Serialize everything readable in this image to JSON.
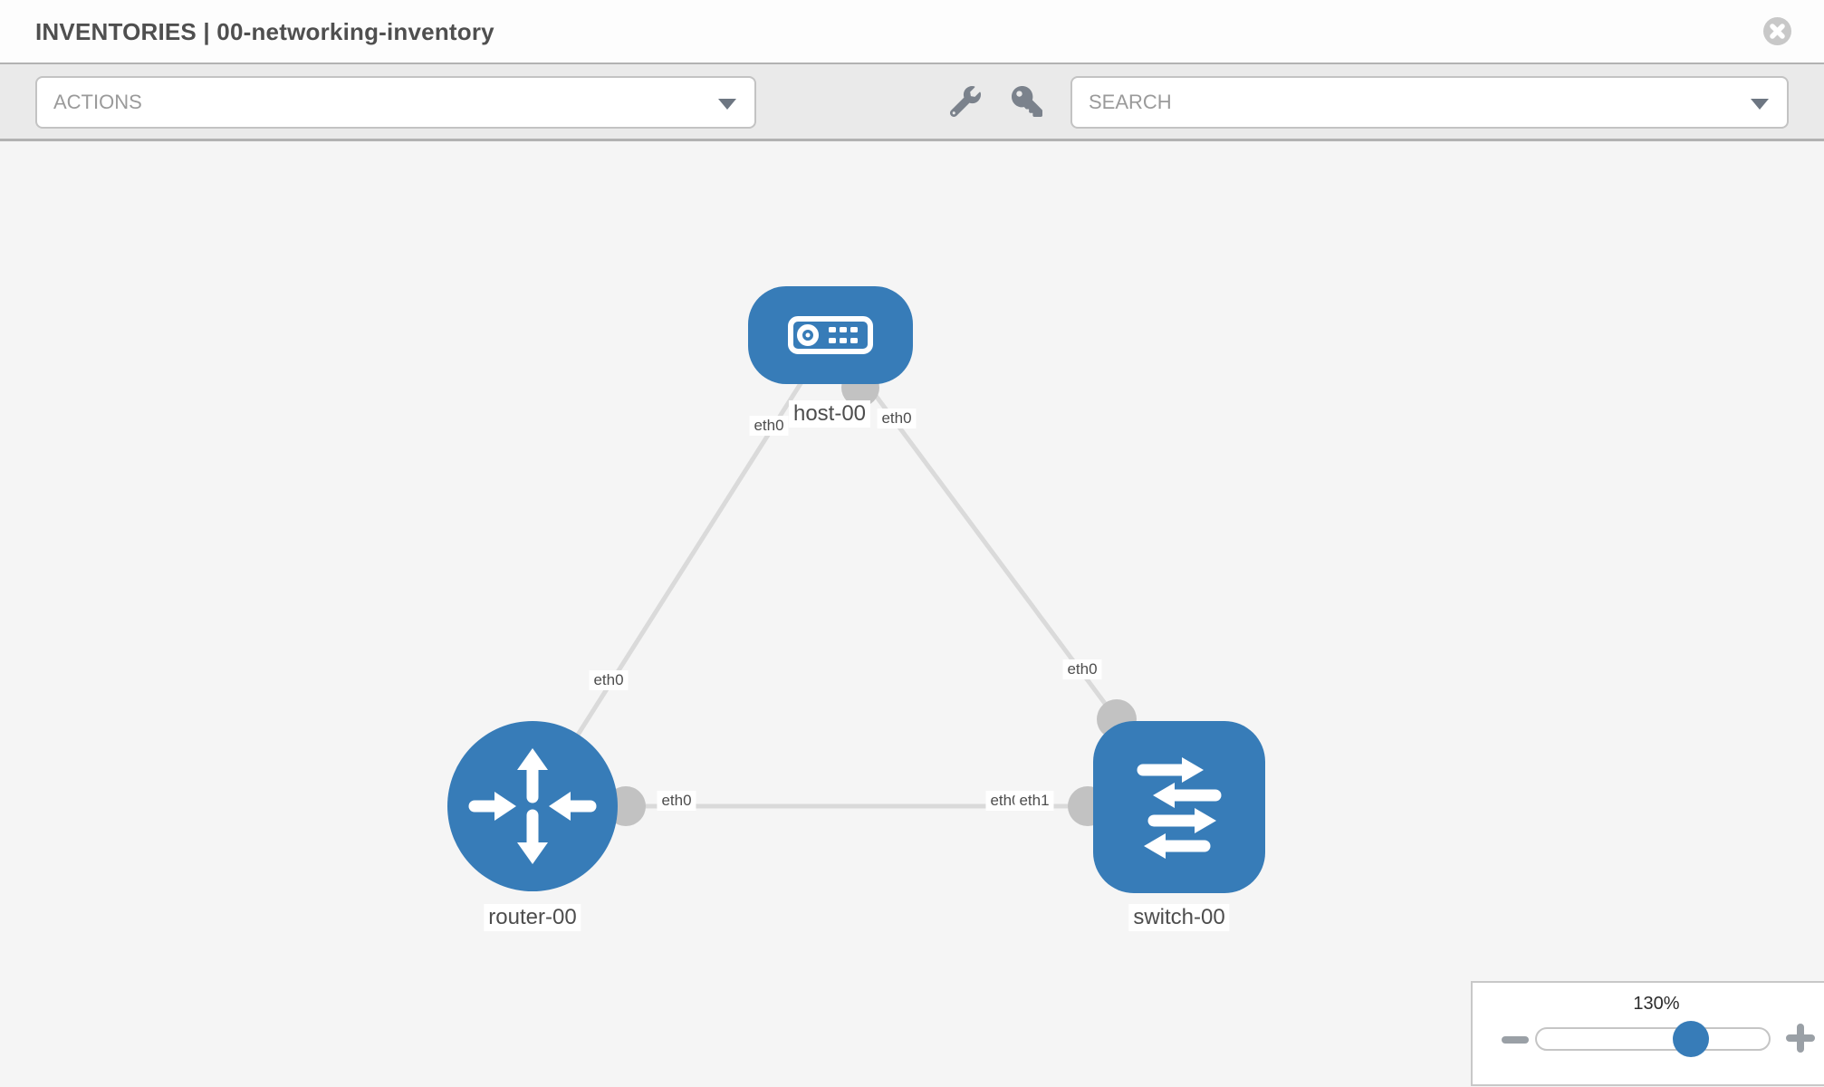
{
  "header": {
    "title": "INVENTORIES | 00-networking-inventory",
    "close_icon": "circle-x-icon"
  },
  "toolbar": {
    "actions_placeholder": "ACTIONS",
    "search_placeholder": "SEARCH",
    "icons": [
      "wrench-icon",
      "key-icon"
    ]
  },
  "colors": {
    "node_blue": "#377cb8",
    "link_gray": "#dadada",
    "port_gray": "#c2c2c2",
    "toolbar_bg": "#eaeaea",
    "canvas_bg": "#f5f5f5",
    "divider": "#b2b2b2"
  },
  "topology": {
    "nodes": [
      {
        "id": "host-00",
        "type": "host",
        "label": "host-00"
      },
      {
        "id": "router-00",
        "type": "router",
        "label": "router-00"
      },
      {
        "id": "switch-00",
        "type": "switch",
        "label": "switch-00"
      }
    ],
    "links": [
      {
        "source": "router-00",
        "target": "host-00"
      },
      {
        "source": "host-00",
        "target": "switch-00"
      },
      {
        "source": "router-00",
        "target": "switch-00"
      }
    ],
    "interface_labels": [
      {
        "id": "link1-router-end",
        "label": "eth0"
      },
      {
        "id": "link1-host-end",
        "label": "eth0"
      },
      {
        "id": "link2-host-end",
        "label": "eth0"
      },
      {
        "id": "link2-switch-end",
        "label": "eth0"
      },
      {
        "id": "link3-router-end",
        "label": "eth0"
      },
      {
        "id": "link3-switch-end-under",
        "label": "eth0"
      },
      {
        "id": "link3-switch-end",
        "label": "eth1"
      }
    ]
  },
  "zoom_control": {
    "value": "130%",
    "minus": "minus-icon",
    "plus": "plus-icon"
  }
}
